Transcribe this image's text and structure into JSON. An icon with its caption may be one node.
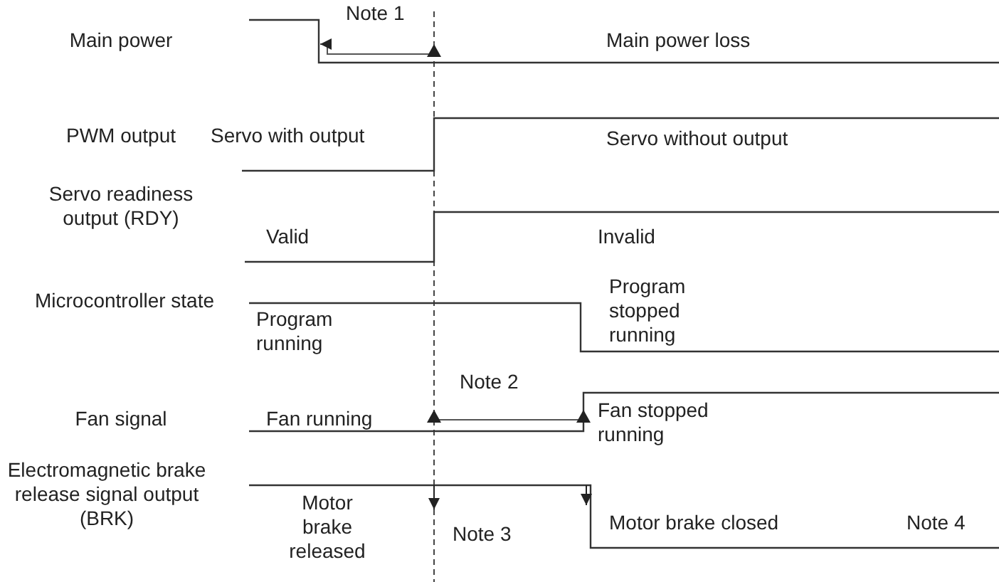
{
  "diagram": {
    "labels": [
      "Note 1",
      "Main power",
      "Main power loss",
      "PWM output",
      "Servo with output",
      "Servo without output",
      "Servo readiness output (RDY)",
      "Valid",
      "Invalid",
      "Microcontroller state",
      "Program running",
      "Program stopped running",
      "Note 2",
      "Fan signal",
      "Fan running",
      "Fan stopped running",
      "Electromagnetic brake release signal output (BRK)",
      "Motor brake released",
      "Note 3",
      "Motor brake closed",
      "Note 4"
    ]
  }
}
